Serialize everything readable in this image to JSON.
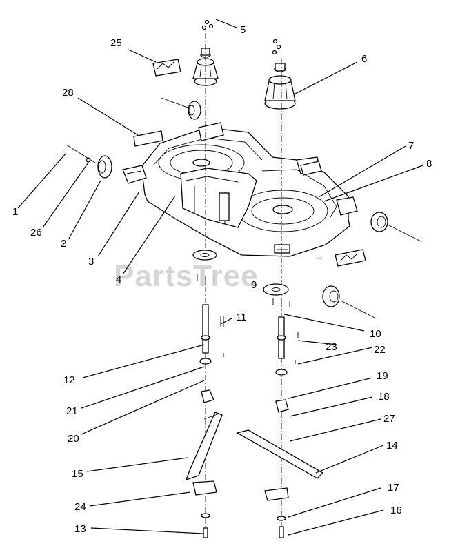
{
  "watermark": {
    "text": "PartsTree",
    "tm": "™"
  },
  "callouts": [
    "1",
    "2",
    "3",
    "4",
    "5",
    "6",
    "7",
    "8",
    "9",
    "10",
    "11",
    "12",
    "13",
    "14",
    "15",
    "16",
    "17",
    "18",
    "19",
    "20",
    "21",
    "22",
    "23",
    "24",
    "25",
    "26",
    "27",
    "28"
  ],
  "colors": {
    "line": "#000000",
    "fill": "#ffffff",
    "shade": "#bdbdbd",
    "watermark": "#c8c8c8"
  }
}
